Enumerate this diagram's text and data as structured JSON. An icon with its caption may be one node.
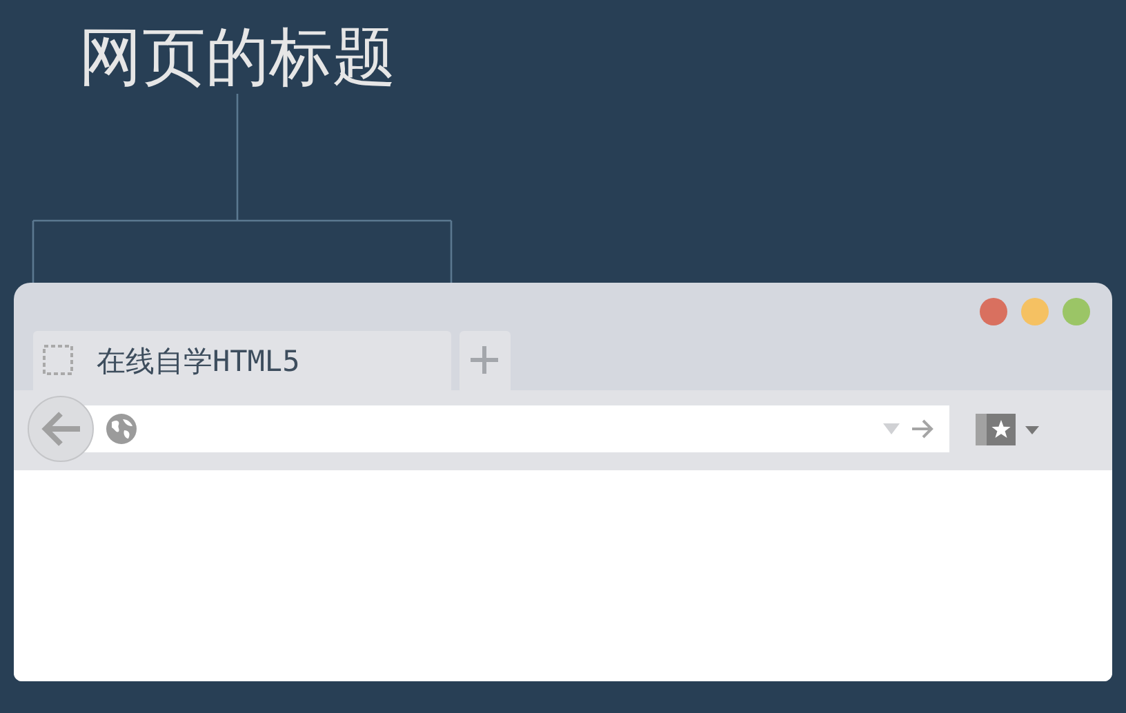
{
  "diagram": {
    "nodes": [
      {
        "text": [
          "网页的标题"
        ]
      },
      {
        "text": [
          "在线自学HTML5"
        ]
      }
    ],
    "edges": [
      {
        "from": 0,
        "to": 1,
        "arrow": "none"
      }
    ]
  }
}
